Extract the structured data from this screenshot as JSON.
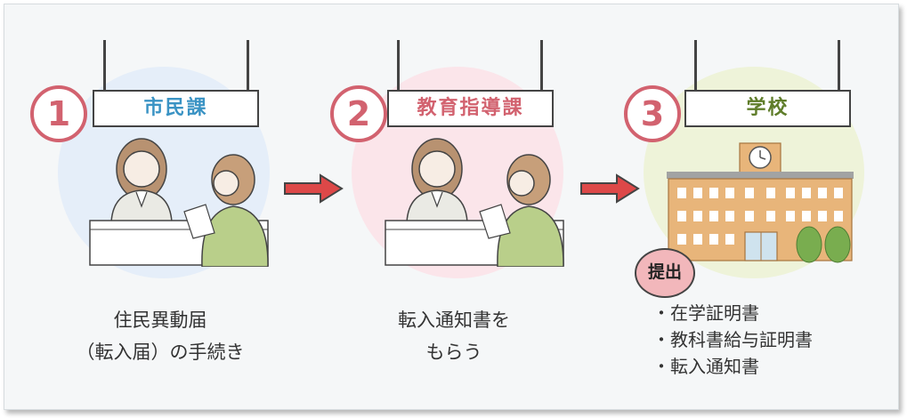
{
  "steps": [
    {
      "number": "1",
      "sign": "市民課",
      "caption_line1": "住民異動届",
      "caption_line2": "（転入届）の手続き"
    },
    {
      "number": "2",
      "sign": "教育指導課",
      "caption_line1": "転入通知書を",
      "caption_line2": "もらう"
    },
    {
      "number": "3",
      "sign": "学校",
      "badge": "提出",
      "items": [
        "在学証明書",
        "教科書給与証明書",
        "転入通知書"
      ]
    }
  ],
  "colors": {
    "step1_circle": "#e5eef9",
    "step2_circle": "#fbe5ea",
    "step3_circle": "#eef3d9",
    "step1_sign_text": "#3a93c4",
    "step2_sign_text": "#d2626f",
    "step3_sign_text": "#5f7d2a",
    "number": "#d2626f",
    "arrow": "#dd4848"
  }
}
